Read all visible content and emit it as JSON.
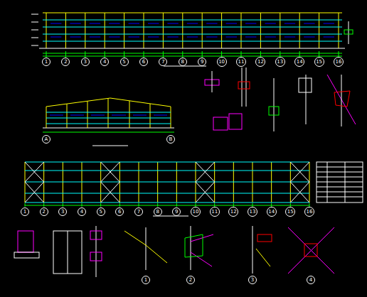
{
  "diagram": {
    "nodes": [
      {
        "text": [
          "1"
        ]
      },
      {
        "text": [
          "2"
        ]
      },
      {
        "text": [
          "3"
        ]
      },
      {
        "text": [
          "4"
        ]
      },
      {
        "text": [
          "5"
        ]
      },
      {
        "text": [
          "6"
        ]
      },
      {
        "text": [
          "7"
        ]
      },
      {
        "text": [
          "8"
        ]
      },
      {
        "text": [
          "9"
        ]
      },
      {
        "text": [
          "10"
        ]
      },
      {
        "text": [
          "11"
        ]
      },
      {
        "text": [
          "12"
        ]
      },
      {
        "text": [
          "13"
        ]
      },
      {
        "text": [
          "14"
        ]
      },
      {
        "text": [
          "15"
        ]
      },
      {
        "text": [
          "16"
        ]
      },
      {
        "text": [
          "A"
        ]
      },
      {
        "text": [
          "B"
        ]
      },
      {
        "text": [
          "1"
        ]
      },
      {
        "text": [
          "2"
        ]
      },
      {
        "text": [
          "3"
        ]
      },
      {
        "text": [
          "4"
        ]
      },
      {
        "text": [
          "5"
        ]
      },
      {
        "text": [
          "6"
        ]
      },
      {
        "text": [
          "7"
        ]
      },
      {
        "text": [
          "8"
        ]
      },
      {
        "text": [
          "9"
        ]
      },
      {
        "text": [
          "10"
        ]
      },
      {
        "text": [
          "11"
        ]
      },
      {
        "text": [
          "12"
        ]
      },
      {
        "text": [
          "13"
        ]
      },
      {
        "text": [
          "14"
        ]
      },
      {
        "text": [
          "15"
        ]
      },
      {
        "text": [
          "16"
        ]
      },
      {
        "text": [
          "1"
        ]
      },
      {
        "text": [
          "2"
        ]
      },
      {
        "text": [
          "3"
        ]
      },
      {
        "text": [
          "4"
        ]
      }
    ]
  }
}
